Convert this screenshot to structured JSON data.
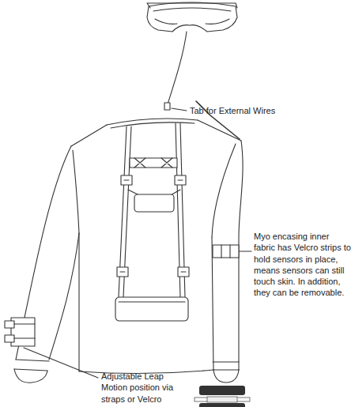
{
  "diagram": {
    "labels": [
      "Tab for External Wires",
      "Myo encasing inner fabric has Velcro strips to hold sensors in place, means sensors can still touch skin. In addition, they can be removable.",
      "Adjustable Leap Motion position via straps or Velcro"
    ]
  }
}
